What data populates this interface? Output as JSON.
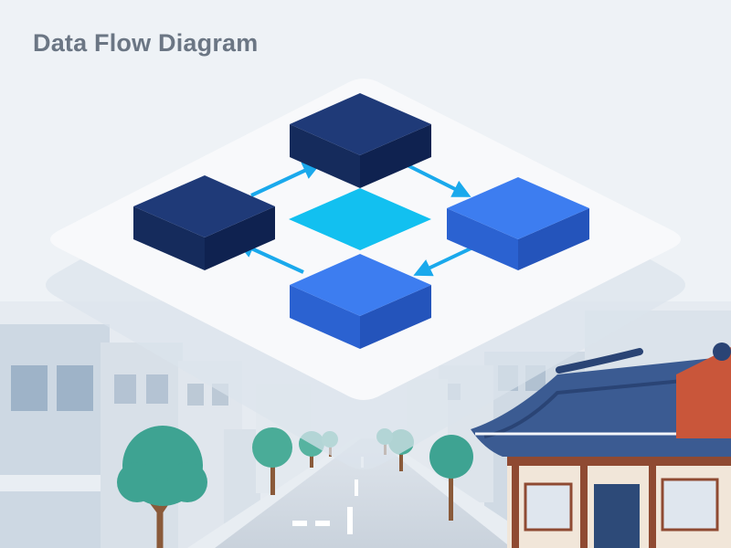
{
  "diagram": {
    "title": "Data Flow Diagram",
    "nodes": [
      {
        "id": "node-top"
      },
      {
        "id": "node-left"
      },
      {
        "id": "node-right"
      },
      {
        "id": "node-bottom"
      },
      {
        "id": "node-center"
      }
    ],
    "edges": [
      {
        "from": "node-left",
        "to": "node-top"
      },
      {
        "from": "node-top",
        "to": "node-right"
      },
      {
        "from": "node-right",
        "to": "node-bottom"
      },
      {
        "from": "node-bottom",
        "to": "node-left"
      }
    ]
  },
  "colors": {
    "dark_node": "#1f3a78",
    "bright_node": "#3d7df0",
    "center_node": "#12c0f0",
    "arrow": "#1aa9ec",
    "background": "#eef2f6",
    "platform": "#f8f9fb"
  },
  "scene": {
    "background_illustration": "street-with-hanok-house"
  }
}
